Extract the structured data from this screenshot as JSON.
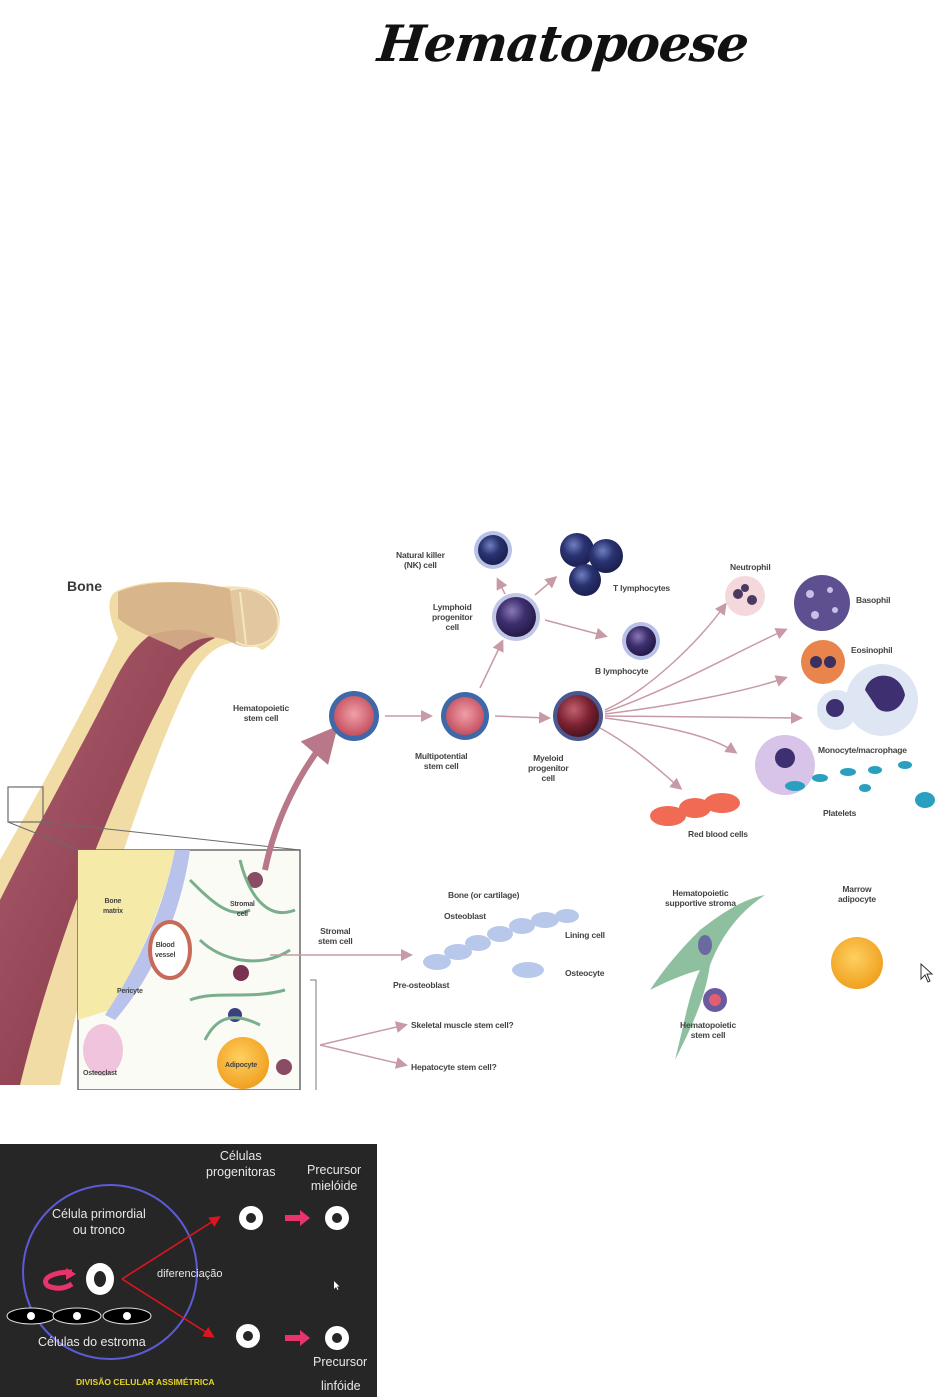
{
  "document": {
    "title": "Hematopoese"
  },
  "diagram": {
    "bone_label": "Bone",
    "cells": {
      "hematopoietic_stem_cell": "Hematopoietic\nstem cell",
      "multipotential_stem_cell": "Multipotential\nstem cell",
      "myeloid_progenitor": "Myeloid\nprogenitor\ncell",
      "lymphoid_progenitor": "Lymphoid\nprogenitor\ncell",
      "nk_cell": "Natural killer\n(NK) cell",
      "t_lymphocytes": "T lymphocytes",
      "b_lymphocyte": "B lymphocyte",
      "neutrophil": "Neutrophil",
      "basophil": "Basophil",
      "eosinophil": "Eosinophil",
      "monocyte_macrophage": "Monocyte/macrophage",
      "platelets": "Platelets",
      "red_blood_cells": "Red blood cells"
    },
    "inset": {
      "bone_matrix": "Bone\nmatrix",
      "stromal_cell": "Stromal\ncell",
      "blood_vessel": "Blood\nvessel",
      "pericyte": "Pericyte",
      "osteoclast": "Osteoclast",
      "adipocyte": "Adipocyte"
    },
    "stromal": {
      "stromal_stem_cell": "Stromal\nstem cell",
      "bone_or_cartilage": "Bone (or cartilage)",
      "osteoblast": "Osteoblast",
      "lining_cell": "Lining cell",
      "osteocyte": "Osteocyte",
      "pre_osteoblast": "Pre-osteoblast",
      "skeletal_muscle": "Skeletal muscle stem cell?",
      "hepatocyte": "Hepatocyte stem cell?",
      "supportive_stroma": "Hematopoietic\nsupportive stroma",
      "stroma_hsc": "Hematopoietic\nstem cell",
      "marrow_adipocyte": "Marrow\nadipocyte"
    }
  },
  "panel": {
    "progenitoras": "Células\nprogenitoras",
    "precursor_mieloide": "Precursor\nmielóide",
    "celula_primordial": "Célula primordial\nou tronco",
    "diferenciacao": "diferenciação",
    "celulas_estroma": "Células do estroma",
    "precursor": "Precursor",
    "linfoide": "linfóide",
    "divisao": "DIVISÃO CELULAR ASSIMÉTRICA",
    "colors": {
      "background": "#262626",
      "circle": "#5b5bd6",
      "arrow_red": "#e0141e",
      "arrow_pink": "#e8336b",
      "caption_yellow": "#e5d62a"
    }
  }
}
